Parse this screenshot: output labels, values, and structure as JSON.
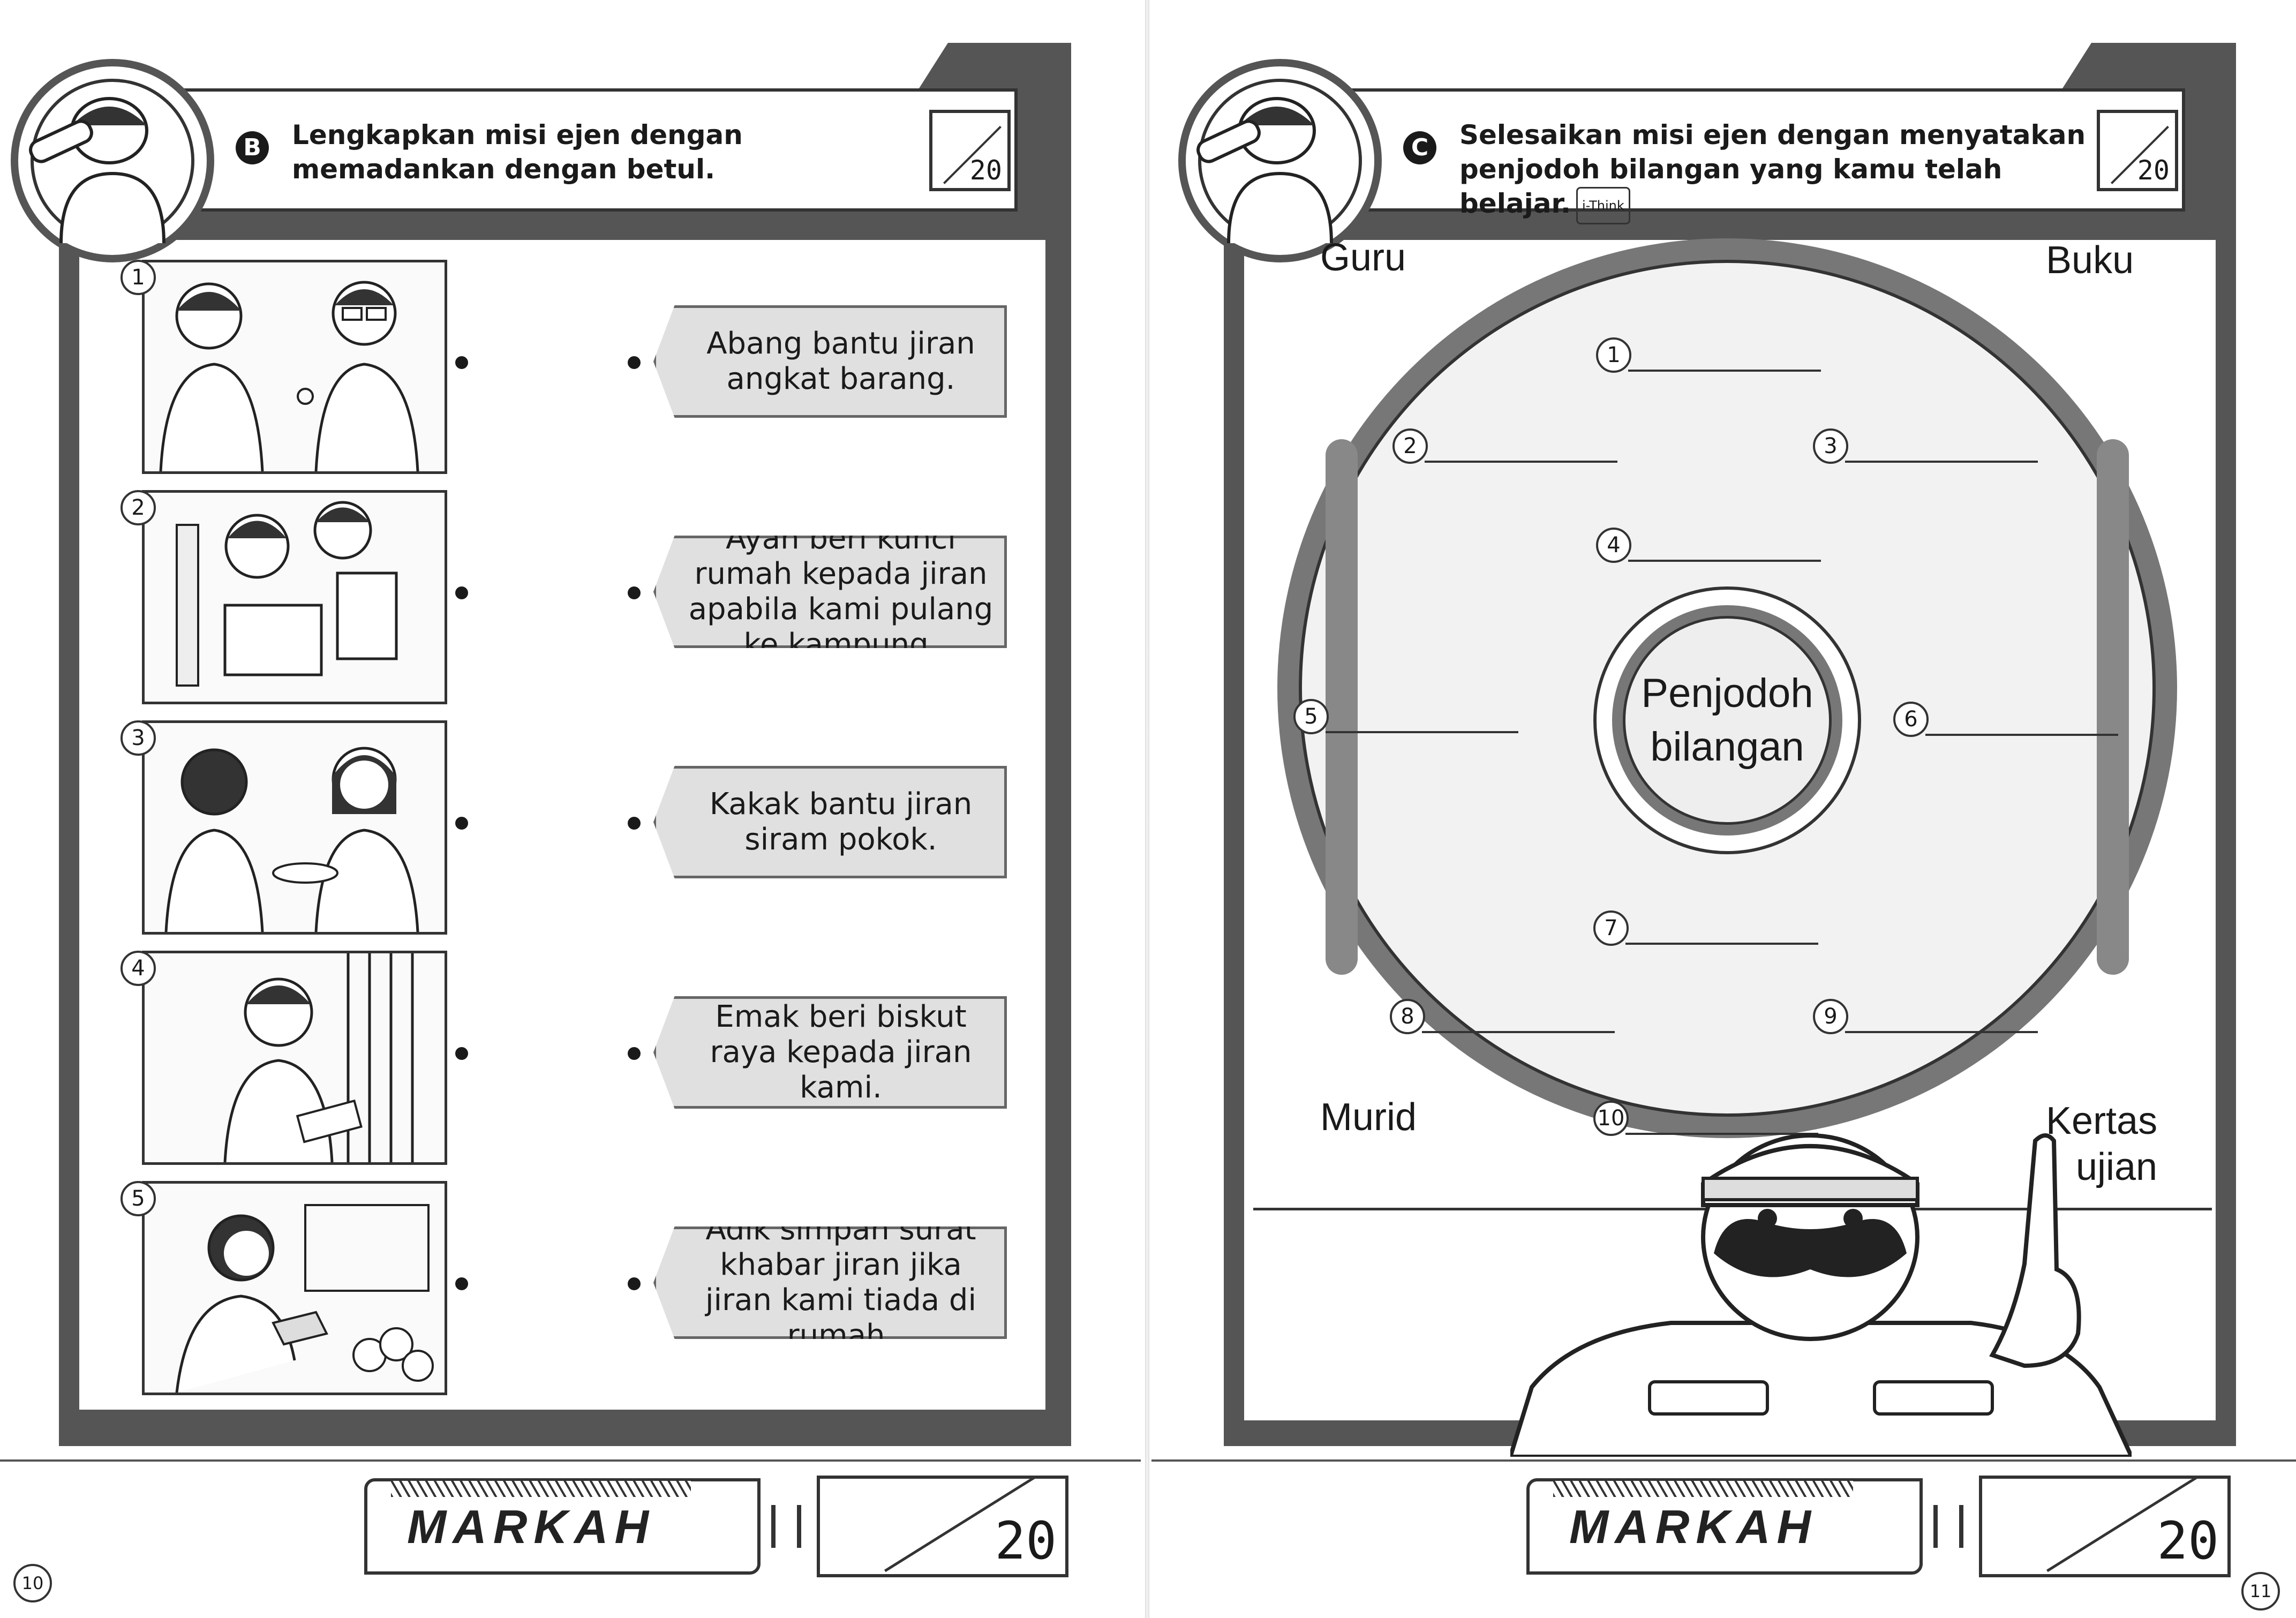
{
  "left_page": {
    "section_letter": "B",
    "instruction": "Lengkapkan misi ejen dengan memadankan dengan betul.",
    "score_total": "20",
    "items": [
      {
        "number": "1",
        "scene": "boy-handing-keys"
      },
      {
        "number": "2",
        "scene": "boys-carrying-boxes"
      },
      {
        "number": "3",
        "scene": "girls-giving-biscuits"
      },
      {
        "number": "4",
        "scene": "boy-at-gate-with-paper"
      },
      {
        "number": "5",
        "scene": "girl-watering-plants"
      }
    ],
    "answers": [
      "Abang bantu jiran angkat barang.",
      "Ayah beri kunci rumah kepada jiran apabila kami pulang ke kampung.",
      "Kakak bantu jiran siram pokok.",
      "Emak beri biskut raya kepada jiran kami.",
      "Adik simpan surat khabar jiran jika jiran kami tiada di rumah."
    ],
    "markah_label": "MARKAH",
    "markah_total": "20",
    "page_number": "10"
  },
  "right_page": {
    "section_letter": "C",
    "instruction_line1": "Selesaikan misi ejen dengan menyatakan",
    "instruction_line2": "penjodoh bilangan yang kamu telah belajar.",
    "ithink_tag": "i-Think",
    "score_total": "20",
    "corner_labels": {
      "top_left": "Guru",
      "top_right": "Buku",
      "bottom_left": "Murid",
      "bottom_right_line1": "Kertas",
      "bottom_right_line2": "ujian"
    },
    "center_label_line1": "Penjodoh",
    "center_label_line2": "bilangan",
    "blank_numbers": [
      "1",
      "2",
      "3",
      "4",
      "5",
      "6",
      "7",
      "8",
      "9",
      "10"
    ],
    "markah_label": "MARKAH",
    "markah_total": "20",
    "page_number": "11"
  },
  "colors": {
    "frame": "#555555",
    "answer_fill": "#e0e0e0",
    "disc": "#f2f2f2",
    "ring": "#777777"
  }
}
